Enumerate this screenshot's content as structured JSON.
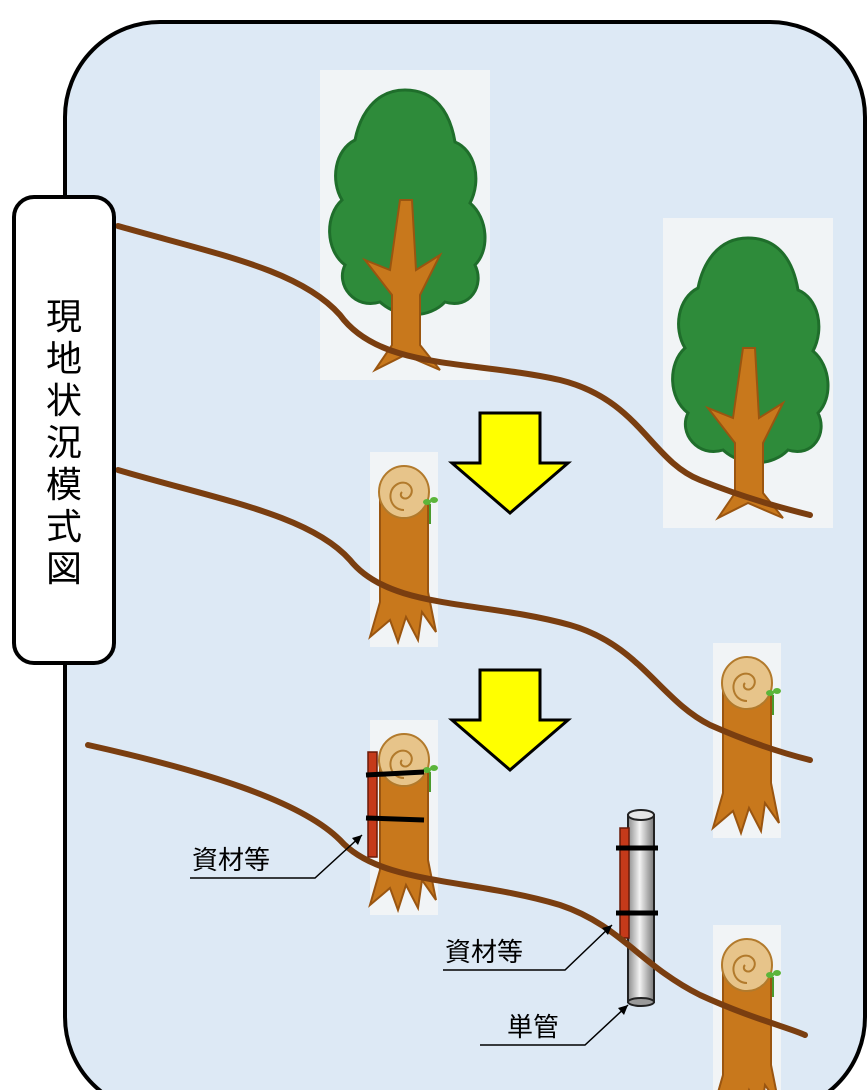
{
  "side_label": "現地状況模式図",
  "callouts": {
    "material_1": "資材等",
    "material_2": "資材等",
    "pipe": "単管"
  },
  "colors": {
    "panel_bg": "#dde9f5",
    "slope": "#7a3e10",
    "arrow": "#ffff00",
    "tree_foliage": "#2e8b3a",
    "trunk": "#c8781c",
    "material": "#c53a1a",
    "pipe": "#d4d4d4"
  },
  "icons": [
    "tree-icon",
    "stump-icon",
    "down-arrow-icon",
    "pipe-icon"
  ]
}
